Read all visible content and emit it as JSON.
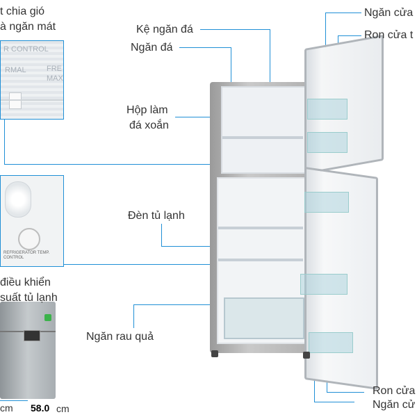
{
  "labels": {
    "ngan_cua_top": "Ngăn cửa",
    "ron_cua_top": "Ron cửa t",
    "ke_ngan_da": "Kệ ngăn đá",
    "ngan_da": "Ngăn đá",
    "hop_lam_da_1": "Hộp làm",
    "hop_lam_da_2": "đá xoắn",
    "den_tu_lanh": "Đèn tủ lạnh",
    "ngan_rau_qua": "Ngăn rau quả",
    "ron_cua_bottom": "Ron cửa",
    "ngan_cua_bottom": "Ngăn cử",
    "chia_gio_1": "t chia gió",
    "chia_gio_2": "à ngăn mát",
    "dieu_khien_1": "điều khiển",
    "dieu_khien_2": "suất tủ lạnh"
  },
  "inset_top": {
    "text_1": "R CONTROL",
    "text_2": "RMAL",
    "text_3": "FRE",
    "text_4": "MAX"
  },
  "inset_mid": {
    "knob_text": "REFRIGERATOR TEMP. CONTROL"
  },
  "dimensions": {
    "left_text": "cm",
    "value": "58.0",
    "unit": "cm"
  },
  "colors": {
    "leader_line": "#1f8fd6",
    "label_text": "#333333"
  }
}
